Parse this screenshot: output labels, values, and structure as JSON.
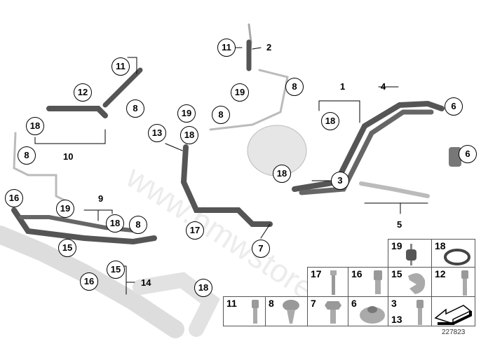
{
  "watermark": "www.bmwstore.pl",
  "image_number": "227823",
  "callouts": {
    "c11a": "11",
    "c2": "2",
    "c19a": "19",
    "c8a": "8",
    "c1": "1",
    "c18a": "18",
    "c4": "4",
    "c6a": "6",
    "c6b": "6",
    "c11b": "11",
    "c12": "12",
    "c8b": "8",
    "c18b": "18",
    "c10": "10",
    "c8c": "8",
    "c19b": "19",
    "c8d": "8",
    "c13": "13",
    "c18c": "18",
    "c18d": "18",
    "c3": "3",
    "c5": "5",
    "c7": "7",
    "c16a": "16",
    "c19c": "19",
    "c15a": "15",
    "c9": "9",
    "c18e": "18",
    "c8e": "8",
    "c17": "17",
    "c15b": "15",
    "c14": "14",
    "c16b": "16",
    "c18f": "18"
  },
  "parts_table": [
    {
      "label": "19",
      "part": "rubber-mount"
    },
    {
      "label": "18",
      "part": "o-ring"
    },
    {
      "label": "17",
      "part": "hex-bolt"
    },
    {
      "label": "16",
      "part": "socket-screw"
    },
    {
      "label": "15",
      "part": "clip"
    },
    {
      "label": "12",
      "part": "socket-screw"
    },
    {
      "label": "11",
      "part": "socket-screw"
    },
    {
      "label": "8",
      "part": "expanding-rivet"
    },
    {
      "label": "7",
      "part": "hex-bolt"
    },
    {
      "label": "6",
      "part": "flange-nut"
    },
    {
      "label": "3",
      "label2": "13",
      "part": "socket-screw"
    },
    {
      "label": "",
      "part": "direction-arrow"
    }
  ]
}
